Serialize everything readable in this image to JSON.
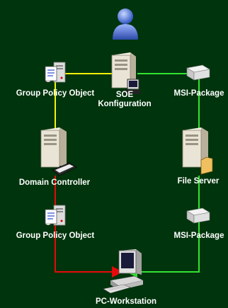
{
  "nodes": {
    "soe": {
      "label_line1": "SOE",
      "label_line2": "Konfiguration"
    },
    "gpo_top": {
      "label": "Group Policy Object"
    },
    "msi_top": {
      "label": "MSI-Package"
    },
    "domain_controller": {
      "label": "Domain Controller"
    },
    "file_server": {
      "label": "File Server"
    },
    "gpo_bottom": {
      "label": "Group Policy Object"
    },
    "msi_bottom": {
      "label": "MSI-Package"
    },
    "pc": {
      "label": "PC-Workstation"
    }
  },
  "colors": {
    "background": "#00340c",
    "gpo_flow": "#f2f20a",
    "msi_flow": "#33e233",
    "deploy_flow": "#e60a0a"
  },
  "icons": {
    "user": "user-icon",
    "soe_server": "server-tower-icon",
    "gpo": "policy-document-server-icon",
    "msi": "package-box-icon",
    "domain_controller": "server-tower-keyboard-icon",
    "file_server": "server-tower-folder-icon",
    "pc": "desktop-computer-icon"
  }
}
